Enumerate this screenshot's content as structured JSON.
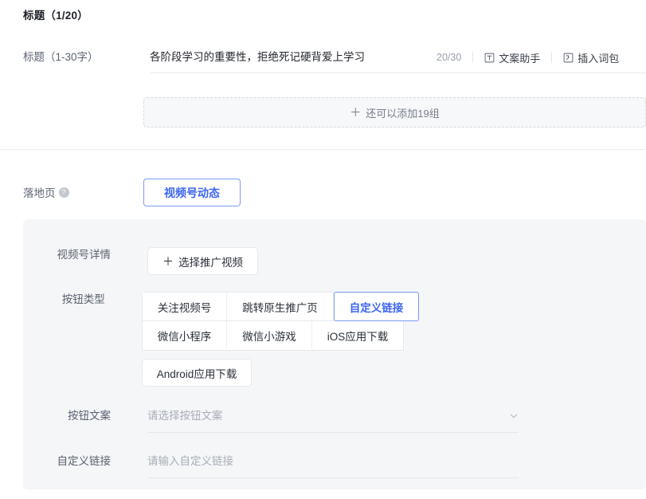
{
  "section_title": {
    "label": "标题（1/20）"
  },
  "title_row": {
    "label": "标题（1-30字）",
    "value": "各阶段学习的重要性，拒绝死记硬背爱上学习",
    "counter": "20/30",
    "tools": [
      {
        "icon": "text-assistant-icon",
        "label": "文案助手"
      },
      {
        "icon": "insert-wordpack-icon",
        "label": "插入词包"
      }
    ]
  },
  "add_more": {
    "plus": "＋",
    "label": "还可以添加19组"
  },
  "landing_page": {
    "label": "落地页",
    "help_glyph": "?",
    "tab_label": "视频号动态"
  },
  "panel": {
    "video_detail": {
      "label": "视频号详情",
      "button_plus": "＋",
      "button_label": "选择推广视频"
    },
    "button_type": {
      "label": "按钮类型",
      "options_row1": [
        "关注视频号",
        "跳转原生推广页",
        "自定义链接"
      ],
      "options_row2": [
        "微信小程序",
        "微信小游戏",
        "iOS应用下载"
      ],
      "options_row3": [
        "Android应用下载"
      ],
      "selected": "自定义链接"
    },
    "button_copy": {
      "label": "按钮文案",
      "placeholder": "请选择按钮文案",
      "value": ""
    },
    "custom_link": {
      "label": "自定义链接",
      "placeholder": "请输入自定义链接",
      "value": ""
    }
  },
  "colors": {
    "accent": "#3d66f0",
    "accent_border": "#7b9bf5",
    "panel_bg": "#f4f6f8",
    "text": "#1f2329",
    "muted": "#5b6270",
    "placeholder": "#a8adb7"
  }
}
